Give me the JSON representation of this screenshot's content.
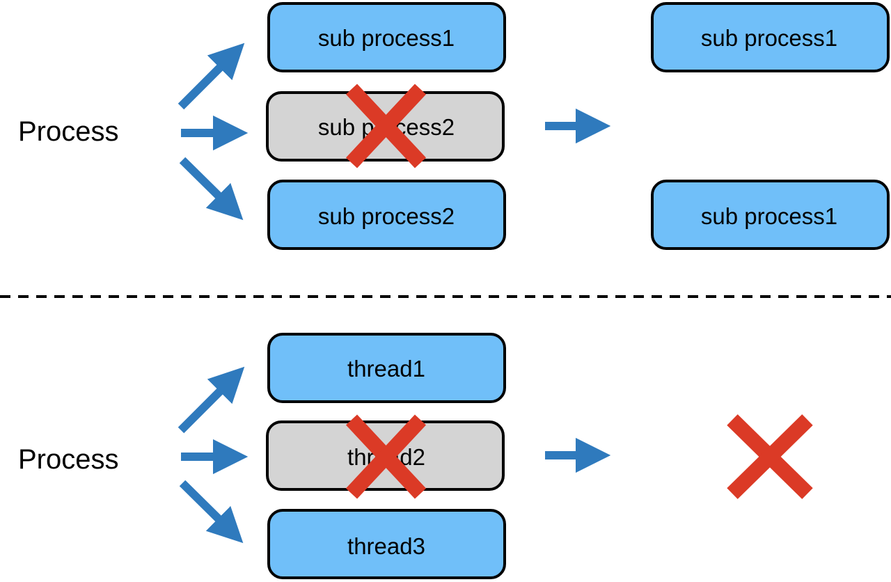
{
  "colors": {
    "active_fill": "#70bff9",
    "dead_fill": "#d4d4d4",
    "box_stroke": "#000000",
    "arrow": "#2f7abd",
    "cross": "#db3a26",
    "divider": "#000000"
  },
  "top": {
    "process_label": "Process",
    "before": [
      {
        "label": "sub process1",
        "state": "active"
      },
      {
        "label": "sub process2",
        "state": "killed"
      },
      {
        "label": "sub process2",
        "state": "active"
      }
    ],
    "after": [
      {
        "label": "sub process1",
        "state": "active"
      },
      {
        "label": "sub process1",
        "state": "active"
      }
    ]
  },
  "bottom": {
    "process_label": "Process",
    "before": [
      {
        "label": "thread1",
        "state": "active"
      },
      {
        "label": "thread2",
        "state": "killed"
      },
      {
        "label": "thread3",
        "state": "active"
      }
    ],
    "after_state": "all-terminated"
  }
}
